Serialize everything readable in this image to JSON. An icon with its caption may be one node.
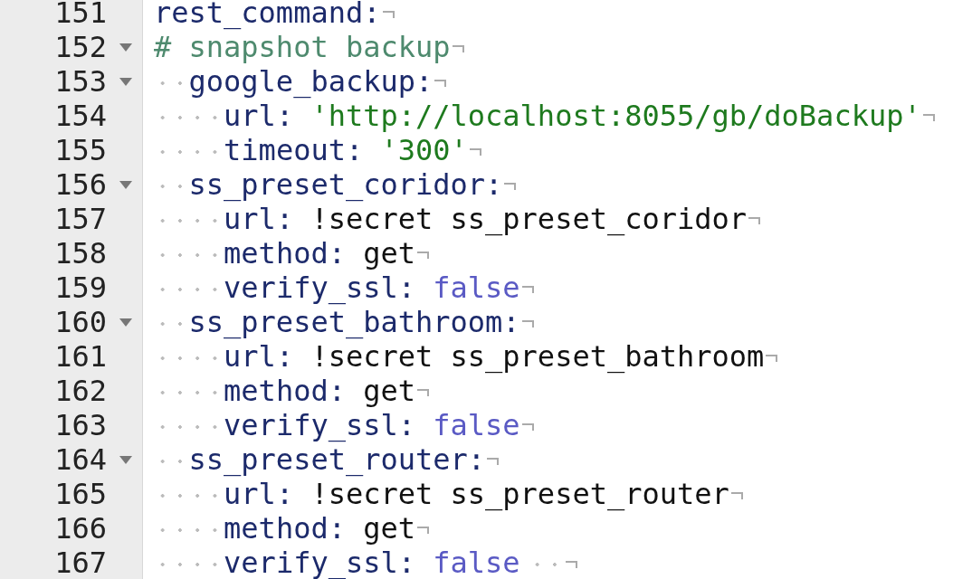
{
  "diagram": {
    "labels": [
      "151",
      "rest_command:",
      "152",
      "# snapshot backup",
      "153",
      "google_backup:",
      "154",
      "url: 'http://localhost:8055/gb/doBackup'",
      "155",
      "timeout: '300'",
      "156",
      "ss_preset_coridor:",
      "157",
      "url: !secret ss_preset_coridor",
      "158",
      "method: get",
      "159",
      "verify_ssl: false",
      "160",
      "ss_preset_bathroom:",
      "161",
      "url: !secret ss_preset_bathroom",
      "162",
      "method: get",
      "163",
      "verify_ssl: false",
      "164",
      "ss_preset_router:",
      "165",
      "url: !secret ss_preset_router",
      "166",
      "method: get",
      "167",
      "verify_ssl: false"
    ]
  }
}
